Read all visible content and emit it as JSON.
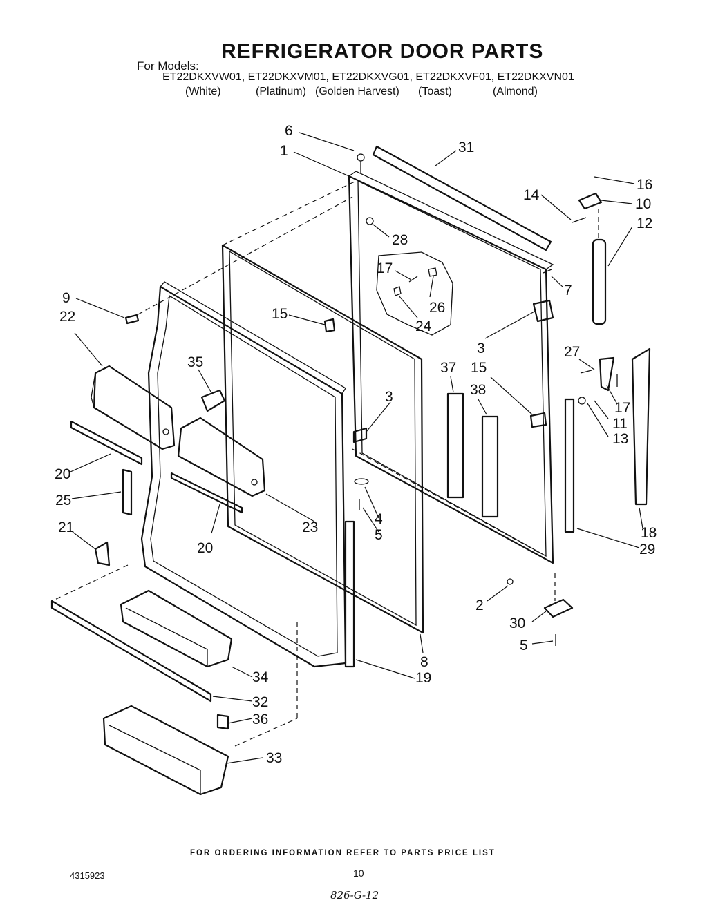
{
  "header": {
    "title": "REFRIGERATOR DOOR PARTS",
    "for_models": "For Models:",
    "models": "ET22DKXVW01, ET22DKXVM01, ET22DKXVG01, ET22DKXVF01, ET22DKXVN01",
    "colors": [
      "(White)",
      "(Platinum)",
      "(Golden Harvest)",
      "(Toast)",
      "(Almond)"
    ]
  },
  "callouts": [
    "6",
    "1",
    "31",
    "16",
    "14",
    "10",
    "12",
    "28",
    "17",
    "26",
    "24",
    "7",
    "9",
    "22",
    "15",
    "3",
    "35",
    "27",
    "37",
    "15",
    "38",
    "3",
    "17",
    "11",
    "13",
    "20",
    "25",
    "4",
    "5",
    "23",
    "21",
    "20",
    "18",
    "29",
    "2",
    "30",
    "5",
    "8",
    "19",
    "34",
    "32",
    "36",
    "33"
  ],
  "footer": {
    "note": "FOR ORDERING INFORMATION REFER TO PARTS PRICE LIST",
    "doc_number": "4315923",
    "page_number": "10",
    "handwritten": "826-G-12"
  }
}
